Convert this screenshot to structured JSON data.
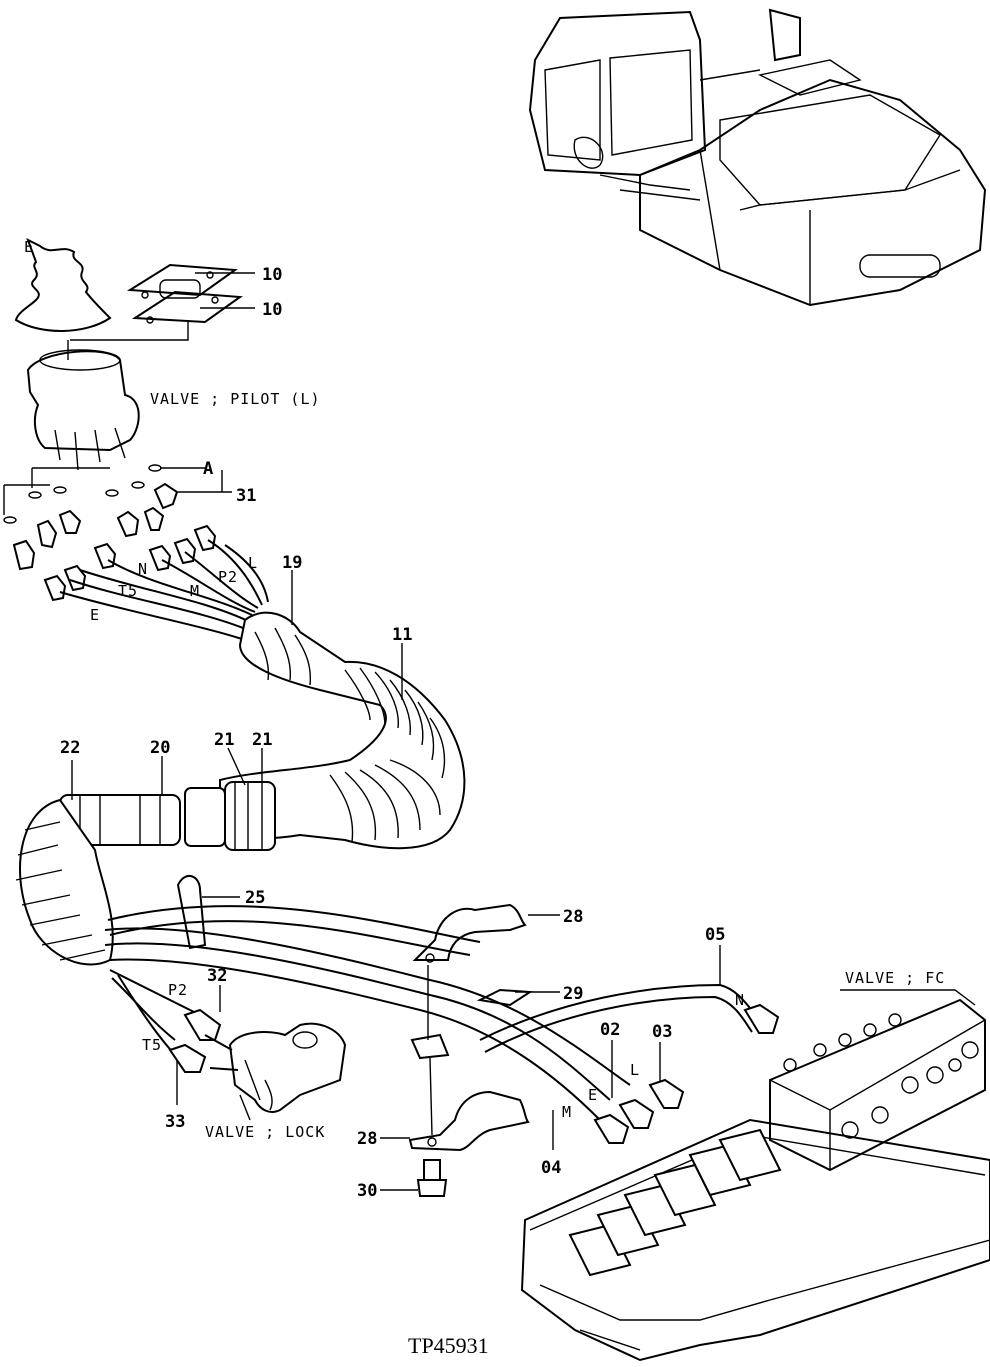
{
  "figure_id": "TP45931",
  "part_labels": {
    "p10a": "10",
    "p10b": "10",
    "p31": "31",
    "p19": "19",
    "p11": "11",
    "p22": "22",
    "p20": "20",
    "p21a": "21",
    "p21b": "21",
    "p25": "25",
    "p28a": "28",
    "p28b": "28",
    "p29": "29",
    "p05": "05",
    "p02": "02",
    "p03": "03",
    "p32": "32",
    "p33": "33",
    "p04": "04",
    "p30": "30"
  },
  "callouts": {
    "a": "A",
    "e_top": "E",
    "e": "E",
    "t5": "T5",
    "m": "M",
    "n": "N",
    "p2": "P2",
    "l": "L",
    "p2_lower": "P2",
    "t5_lower": "T5",
    "n_right": "N",
    "l_right": "L",
    "e_right": "E",
    "m_right": "M"
  },
  "component_names": {
    "valve_pilot": "VALVE ; PILOT (L)",
    "valve_fc": "VALVE ; FC",
    "valve_lock": "VALVE ; LOCK"
  }
}
